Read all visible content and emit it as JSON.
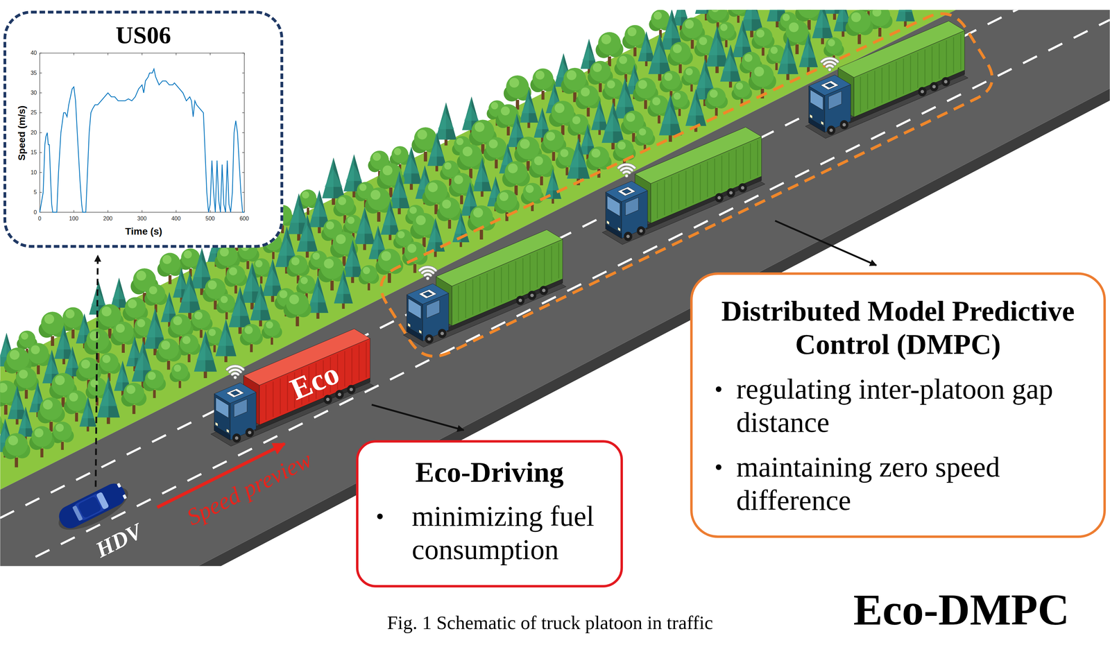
{
  "diagram": {
    "caption": "Fig. 1 Schematic of truck platoon in traffic",
    "nodes": [
      {
        "text": [
          "US06"
        ]
      },
      {
        "text": [
          "Eco-Driving",
          "minimizing fuel consumption"
        ]
      },
      {
        "text": [
          "Distributed Model Predictive Control (DMPC)",
          "regulating inter-platoon gap distance",
          "maintaining zero speed difference"
        ]
      }
    ],
    "labels": [
      "40",
      "35",
      "30",
      "25",
      "20",
      "15",
      "10",
      "5",
      "0",
      "0",
      "100",
      "200",
      "300",
      "400",
      "500",
      "600",
      "Speed (m/s)",
      "Time (s)",
      "Eco",
      "HDV",
      "Speed preview",
      "Eco-DMPC"
    ]
  }
}
